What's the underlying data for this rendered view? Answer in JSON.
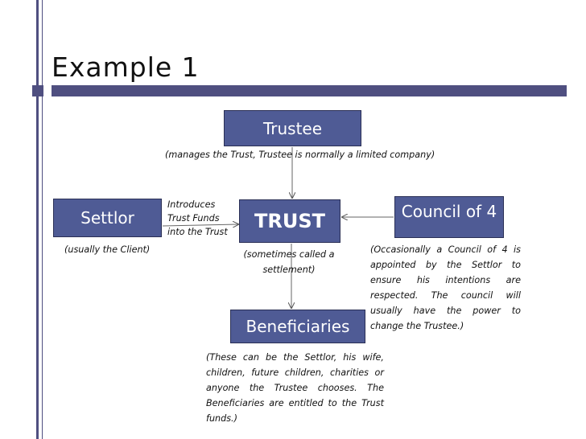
{
  "slide": {
    "title": "Example 1"
  },
  "nodes": {
    "trustee": "Trustee",
    "trust": "TRUST",
    "settlor": "Settlor",
    "council": "Council of 4",
    "beneficiaries": "Beneficiaries"
  },
  "notes": {
    "trustee": "(manages the Trust, Trustee is normally a limited company)",
    "settlor": "(usually the Client)",
    "introduces": "Introduces Trust Funds into the Trust",
    "trust": "(sometimes called a settlement)",
    "council": "(Occasionally a Council of 4 is appointed by the Settlor to ensure his intentions are respected. The council will usually have the power to change the Trustee.)",
    "beneficiaries": "(These can be the Settlor, his wife, children, future children, charities or anyone the Trustee chooses. The Beneficiaries are entitled to the Trust funds.)"
  },
  "colors": {
    "box_fill": "#4f5b95",
    "accent": "#4f4f80"
  }
}
